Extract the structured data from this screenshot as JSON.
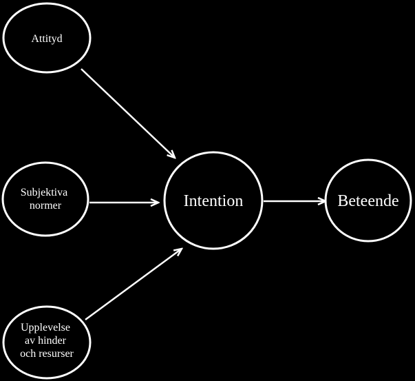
{
  "nodes": {
    "attityd": {
      "lines": [
        "Attityd"
      ]
    },
    "subjektiva_normer": {
      "lines": [
        "Subjektiva",
        "normer"
      ]
    },
    "upplevelse": {
      "lines": [
        "Upplevelse",
        "av hinder",
        "och resurser"
      ]
    },
    "intention": {
      "lines": [
        "Intention"
      ]
    },
    "beteende": {
      "lines": [
        "Beteende"
      ]
    }
  },
  "edges": [
    {
      "from": "Attityd",
      "to": "Intention"
    },
    {
      "from": "Subjektiva normer",
      "to": "Intention"
    },
    {
      "from": "Upplevelse av hinder och resurser",
      "to": "Intention"
    },
    {
      "from": "Intention",
      "to": "Beteende"
    }
  ],
  "colors": {
    "background": "#000000",
    "stroke": "#ffffff",
    "text": "#ffffff"
  }
}
